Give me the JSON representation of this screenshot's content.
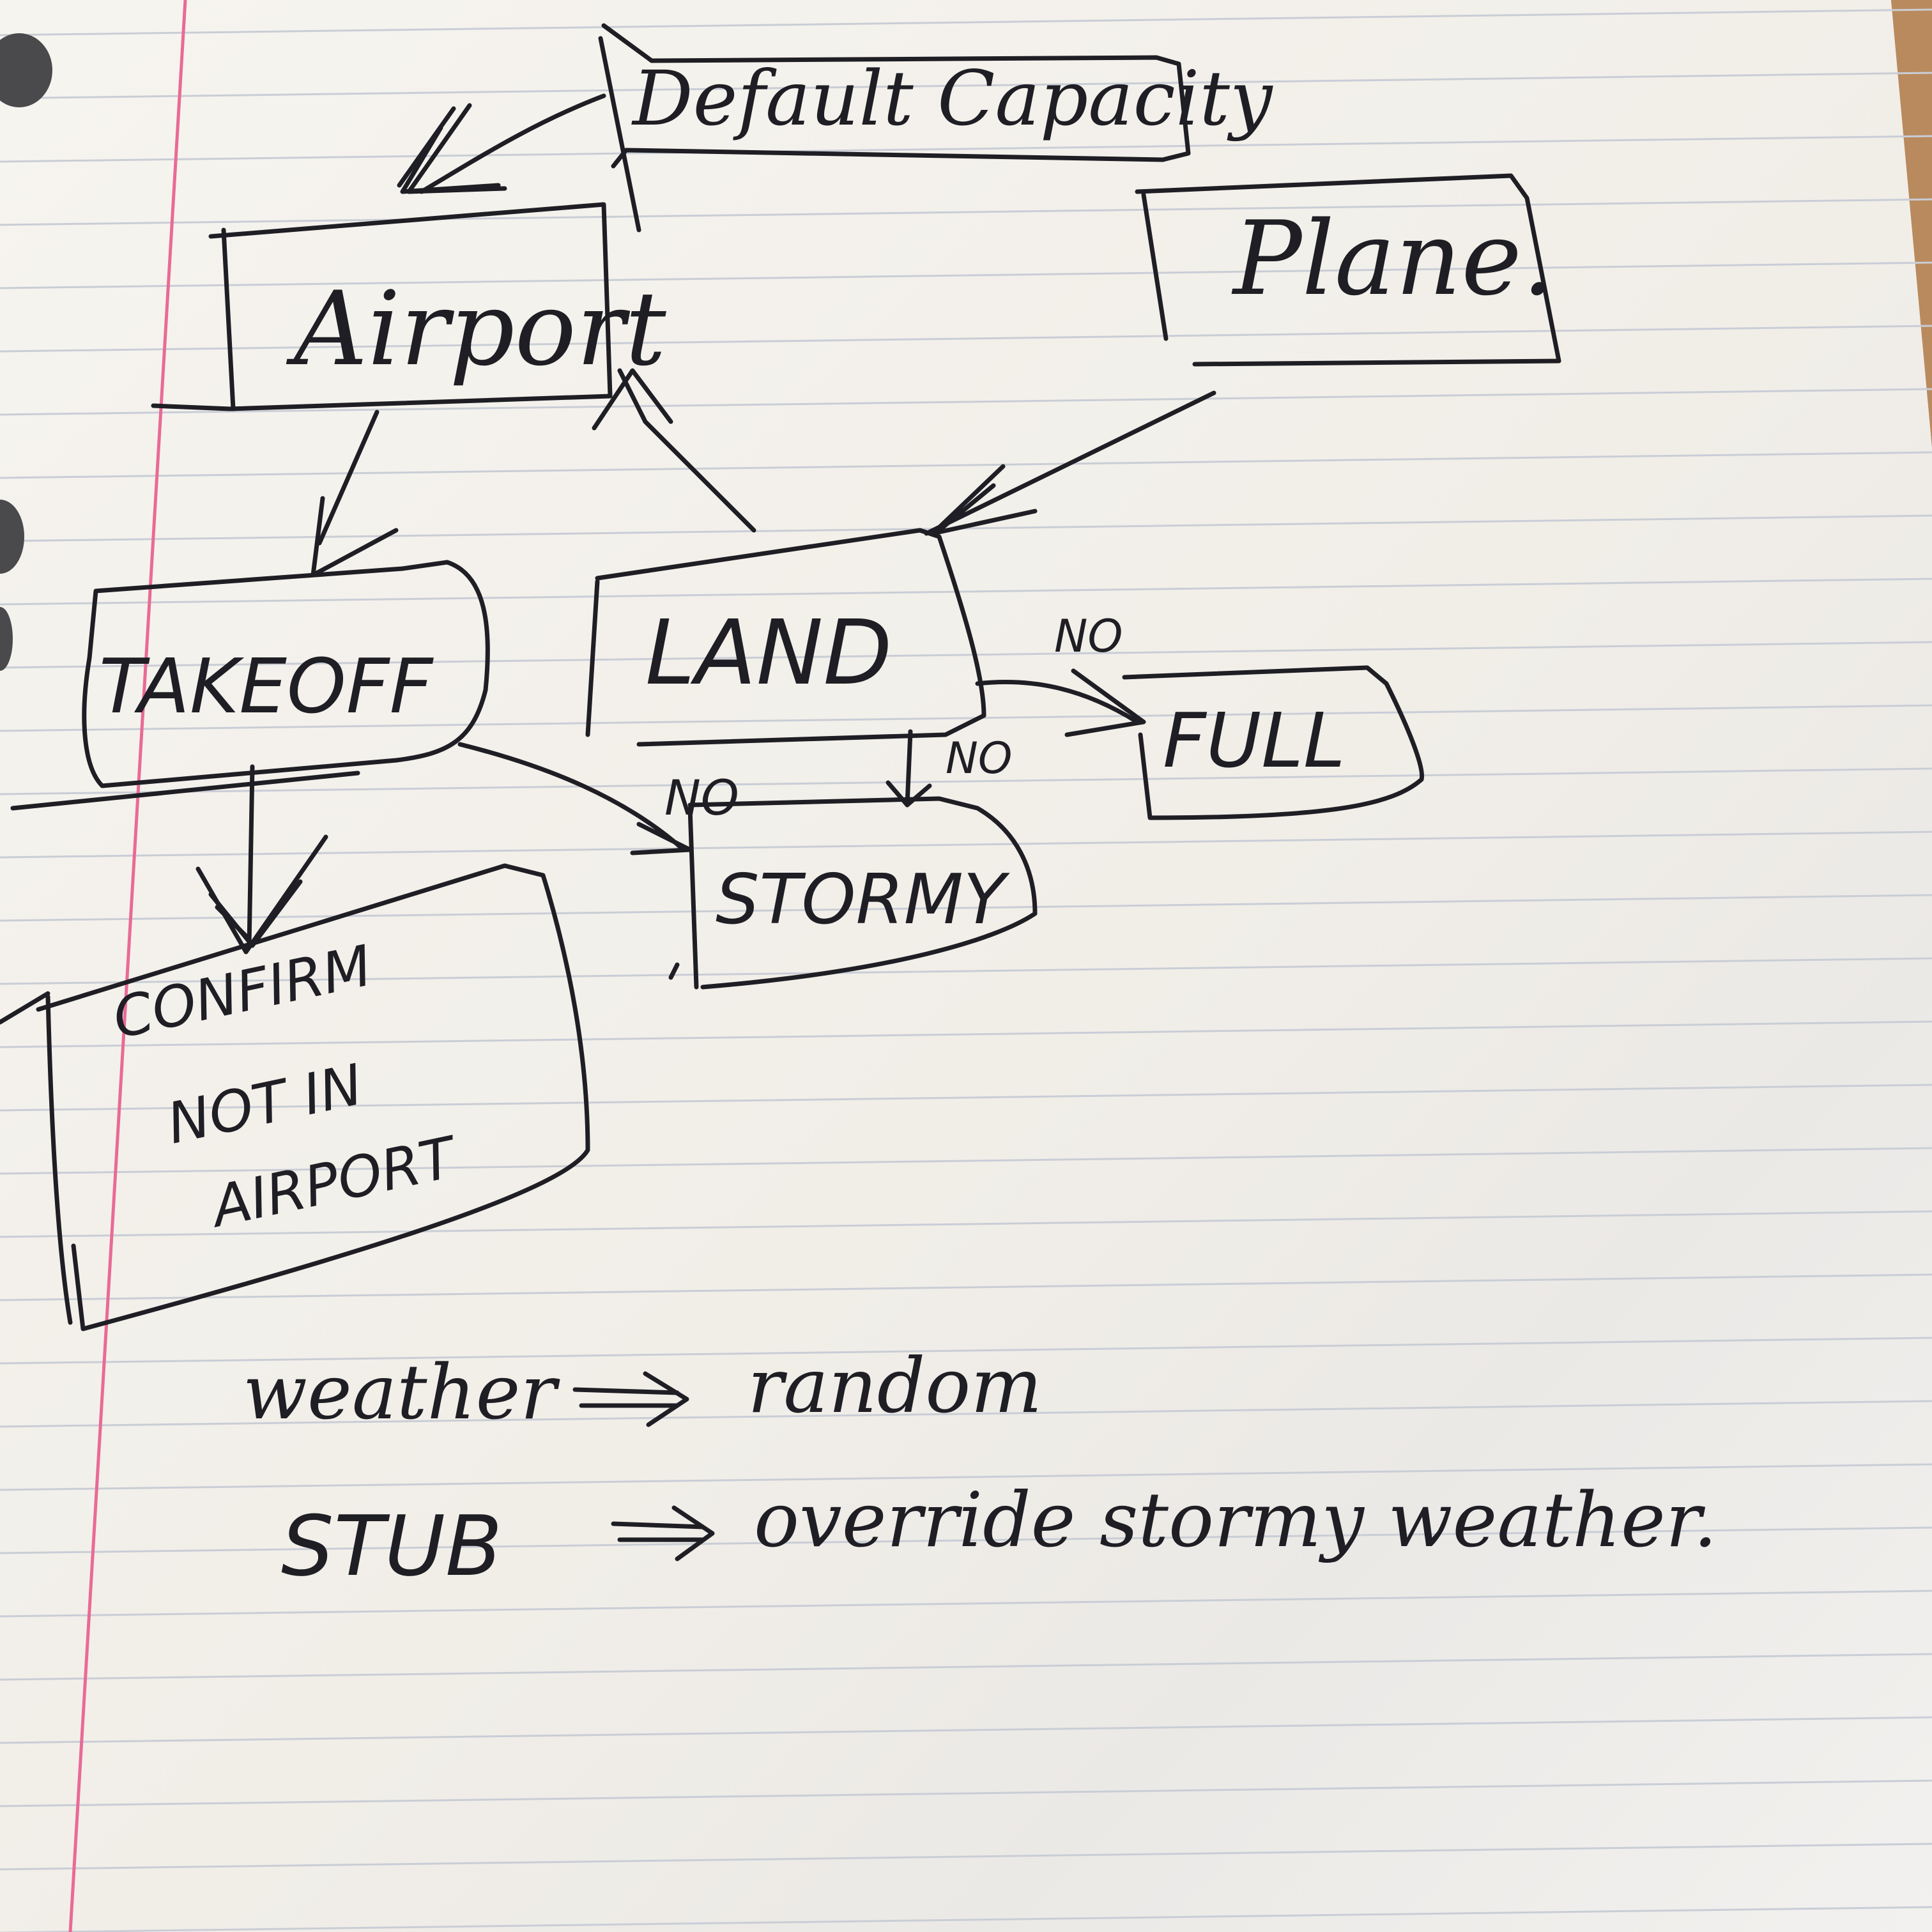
{
  "paper": {
    "color": "#f4f1ec",
    "rule_color": "#c9cdd6",
    "margin_color": "#e96a96",
    "wood_color": "#b98a5e",
    "ink_color": "#1e1e24"
  },
  "diagram": {
    "nodes": {
      "default_capacity": "Default Capacity",
      "airport": "Airport",
      "plane": "Plane.",
      "takeoff": "TAKEOFF",
      "land": "LAND",
      "full": "FULL",
      "stormy": "STORMY",
      "confirm_line1": "CONFIRM",
      "confirm_line2": "NOT IN",
      "confirm_line3": "AIRPORT"
    },
    "edge_labels": {
      "land_full": "NO",
      "land_stormy": "NO",
      "takeoff_stormy": "NO"
    }
  },
  "notes": {
    "line1_left": "weather",
    "line1_right": "random",
    "line2_left": "STUB",
    "line2_right": "override stormy weather."
  }
}
